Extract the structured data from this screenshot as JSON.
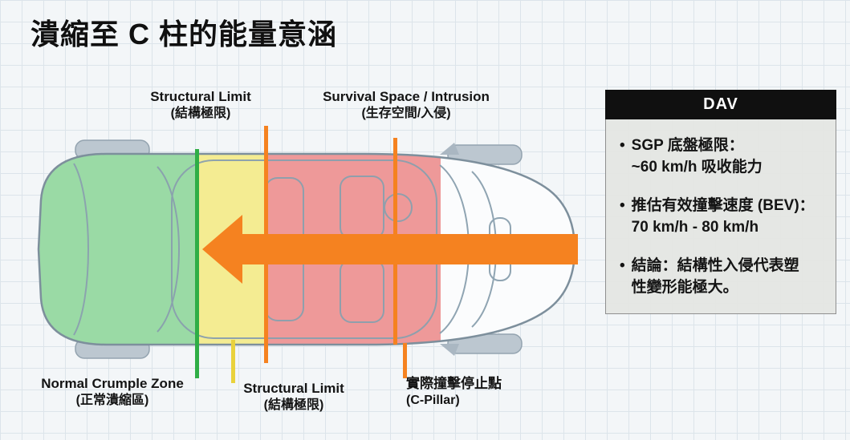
{
  "title": "潰縮至 C 柱的能量意涵",
  "labels": {
    "structural_limit_top": {
      "line1": "Structural Limit",
      "line2": "(結構極限)"
    },
    "survival_space": {
      "line1": "Survival Space / Intrusion",
      "line2": "(生存空間/入侵)"
    },
    "normal_crumple_zone": {
      "line1": "Normal Crumple Zone",
      "line2": "(正常潰縮區)"
    },
    "structural_limit_bottom": {
      "line1": "Structural Limit",
      "line2": "(結構極限)"
    },
    "impact_stop_point": {
      "line1": "實際撞擊停止點",
      "line2": "(C-Pillar)"
    }
  },
  "panel": {
    "title": "DAV",
    "bullet_char": "•",
    "bullets": [
      {
        "line1": "SGP 底盤極限：",
        "line2": "~60 km/h 吸收能力"
      },
      {
        "line1": "推估有效撞擊速度 (BEV)：",
        "line2": "70 km/h - 80 km/h"
      },
      {
        "line1": "結論：結構性入侵代表塑",
        "line2": "性變形能極大。"
      }
    ]
  },
  "colors": {
    "green_zone": "#8cd598",
    "yellow_zone": "#f2e983",
    "red_zone": "#ec8b8b",
    "arrow_orange": "#f58220",
    "green_line": "#2fae46",
    "yellow_line": "#e9d23c",
    "orange_line": "#f58220",
    "panel_header_bg": "#101010"
  }
}
